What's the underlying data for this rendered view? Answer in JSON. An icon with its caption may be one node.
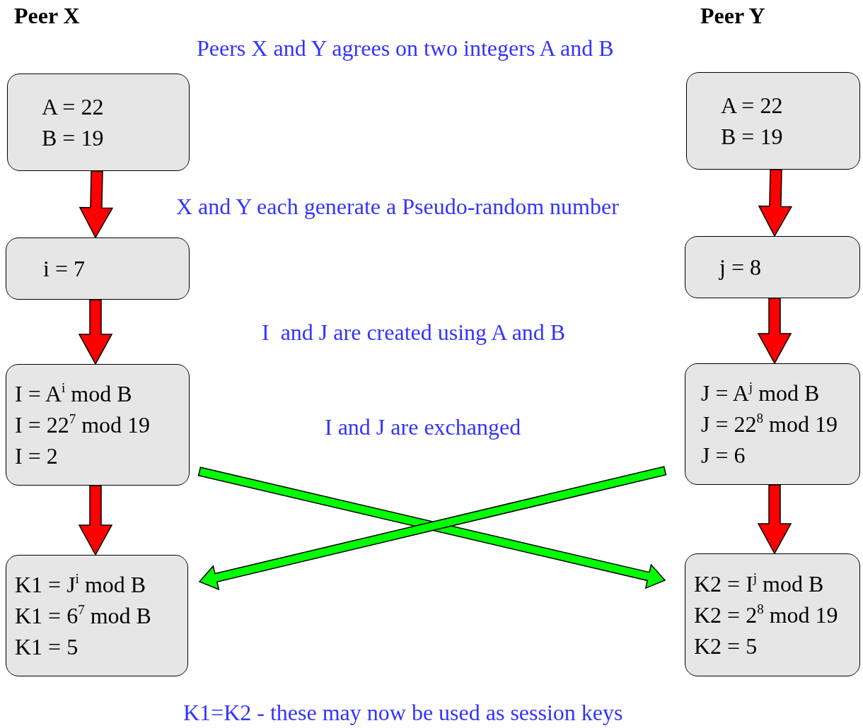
{
  "diagram": {
    "nodes": [
      {
        "text": [
          "A = 22",
          "B = 19"
        ]
      },
      {
        "text": [
          "A = 22",
          "B = 19"
        ]
      },
      {
        "text": [
          "i = 7"
        ]
      },
      {
        "text": [
          "j = 8"
        ]
      },
      {
        "text": [
          "I = A$^{i}$ mod B",
          "I = 22$^{7}$ mod 19",
          "I = 2"
        ]
      },
      {
        "text": [
          "J = A$^{j}$ mod B",
          "J = 22$^{8}$ mod 19",
          "J = 6"
        ]
      },
      {
        "text": [
          "K1 = J$^{i}$ mod B",
          "K1 = 6$^{7}$ mod B",
          "K1 = 5"
        ]
      },
      {
        "text": [
          "K2 = I$^{j}$ mod B",
          "K2 = 2$^{8}$ mod 19",
          "K2 = 5"
        ]
      }
    ],
    "edges": [
      {
        "from": 0,
        "to": 2,
        "arrow": "to"
      },
      {
        "from": 1,
        "to": 3,
        "arrow": "to"
      },
      {
        "from": 2,
        "to": 4,
        "arrow": "to"
      },
      {
        "from": 3,
        "to": 5,
        "arrow": "to"
      },
      {
        "from": 4,
        "to": 6,
        "arrow": "to"
      },
      {
        "from": 5,
        "to": 7,
        "arrow": "to"
      },
      {
        "from": 4,
        "to": 7,
        "arrow": "to",
        "color": "#00ff00"
      },
      {
        "from": 5,
        "to": 6,
        "arrow": "to",
        "color": "#00ff00"
      }
    ],
    "labels": [
      "Peer X",
      "Peer Y",
      "Peers X and Y agrees on two integers A and B",
      "X and Y each generate a Pseudo-random number",
      "I  and J are created using A and B",
      "I and J are exchanged",
      "K1=K2 - these may now be used as session keys"
    ]
  }
}
